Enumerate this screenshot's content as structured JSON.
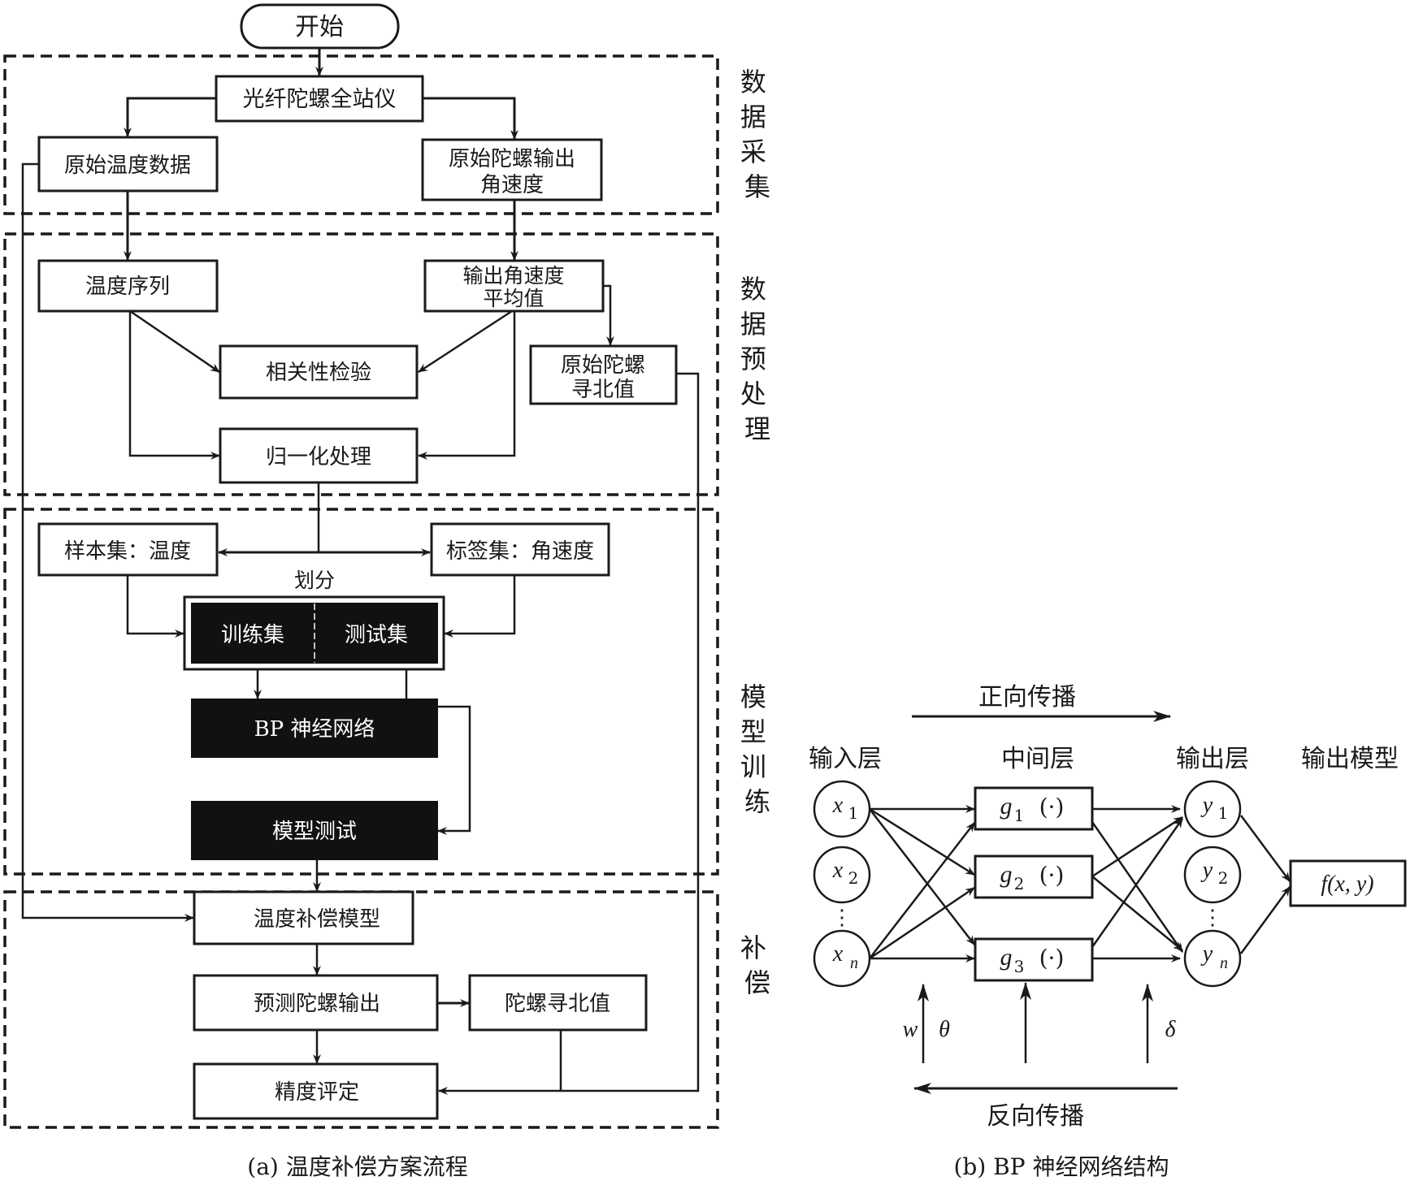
{
  "panel_a": {
    "start_label": "开始",
    "stages": [
      {
        "label": "数据采集"
      },
      {
        "label": "数据预处理"
      },
      {
        "label": "模型训练"
      },
      {
        "label": "补偿"
      }
    ],
    "nodes": {
      "fog_station": "光纤陀螺全站仪",
      "raw_temp": "原始温度数据",
      "raw_gyro_line1": "原始陀螺输出",
      "raw_gyro_line2": "角速度",
      "temp_series": "温度序列",
      "avg_rate_line1": "输出角速度",
      "avg_rate_line2": "平均值",
      "correlation_test": "相关性检验",
      "raw_north_line1": "原始陀螺",
      "raw_north_line2": "寻北值",
      "normalization": "归一化处理",
      "sample_set": "样本集：温度",
      "label_set": "标签集：角速度",
      "split_label": "划分",
      "train_set": "训练集",
      "test_set": "测试集",
      "bp_network": "BP 神经网络",
      "model_test": "模型测试",
      "comp_model": "温度补偿模型",
      "predict_output": "预测陀螺输出",
      "gyro_north": "陀螺寻北值",
      "accuracy_eval": "精度评定"
    },
    "caption": "(a) 温度补偿方案流程"
  },
  "panel_b": {
    "forward_label": "正向传播",
    "backward_label": "反向传播",
    "layer_labels": {
      "input": "输入层",
      "hidden": "中间层",
      "output": "输出层",
      "model": "输出模型"
    },
    "input_nodes": [
      {
        "sym": "x",
        "sub": "1"
      },
      {
        "sym": "x",
        "sub": "2"
      },
      {
        "sym": "x",
        "sub": "n"
      }
    ],
    "hidden_nodes": [
      {
        "sym": "g",
        "sub": "1",
        "arg": "(·)"
      },
      {
        "sym": "g",
        "sub": "2",
        "arg": "(·)"
      },
      {
        "sym": "g",
        "sub": "3",
        "arg": "(·)"
      }
    ],
    "output_nodes": [
      {
        "sym": "y",
        "sub": "1"
      },
      {
        "sym": "y",
        "sub": "2"
      },
      {
        "sym": "y",
        "sub": "n"
      }
    ],
    "ellipsis": "⋮",
    "model_output": "f(x, y)",
    "param_labels": {
      "w": "w",
      "theta": "θ",
      "delta": "δ"
    },
    "caption": "(b) BP 神经网络结构"
  }
}
